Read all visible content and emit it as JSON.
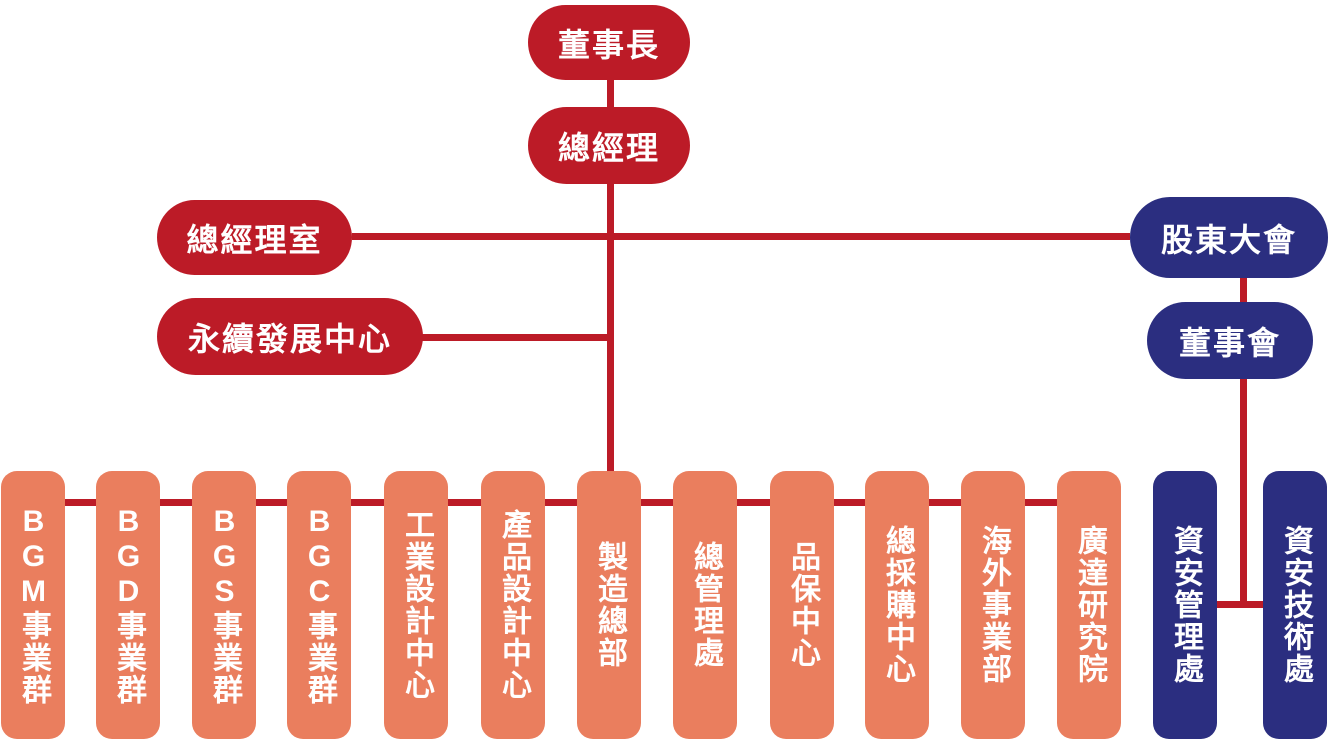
{
  "colors": {
    "red": "#BC1B27",
    "salmon": "#EA7E5E",
    "navy": "#2B2E80",
    "line": "#BC1B27",
    "text_on_box": "#FFFFFF"
  },
  "nodes": {
    "chairman": {
      "label": "董事長"
    },
    "president": {
      "label": "總經理"
    },
    "presidents_office": {
      "label": "總經理室"
    },
    "sustainability_center": {
      "label": "永續發展中心"
    },
    "shareholders_meeting": {
      "label": "股東大會"
    },
    "board_of_directors": {
      "label": "董事會"
    }
  },
  "departments": [
    {
      "label": "BGM事業群",
      "color": "salmon"
    },
    {
      "label": "BGD事業群",
      "color": "salmon"
    },
    {
      "label": "BGS事業群",
      "color": "salmon"
    },
    {
      "label": "BGC事業群",
      "color": "salmon"
    },
    {
      "label": "工業設計中心",
      "color": "salmon"
    },
    {
      "label": "產品設計中心",
      "color": "salmon"
    },
    {
      "label": "製造總部",
      "color": "salmon"
    },
    {
      "label": "總管理處",
      "color": "salmon"
    },
    {
      "label": "品保中心",
      "color": "salmon"
    },
    {
      "label": "總採購中心",
      "color": "salmon"
    },
    {
      "label": "海外事業部",
      "color": "salmon"
    },
    {
      "label": "廣達研究院",
      "color": "salmon"
    },
    {
      "label": "資安管理處",
      "color": "navy"
    },
    {
      "label": "資安技術處",
      "color": "navy"
    }
  ],
  "edges": [
    "董事長 → 總經理",
    "總經理 → 各事業群/中心/總部 (橫向匯流排)",
    "總經理室 — 股東大會 (橫線)",
    "永續發展中心 — 主幹線",
    "股東大會 → 董事會",
    "董事會 → 資安管理處 / 資安技術處"
  ]
}
